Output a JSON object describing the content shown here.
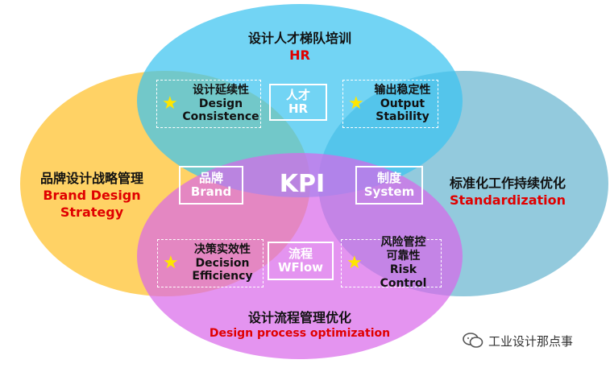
{
  "center": "KPI",
  "circles": {
    "top": {
      "zh": "设计人才梯队培训",
      "en": "HR",
      "color": "#52c9ee"
    },
    "left": {
      "zh": "品牌设计战略管理",
      "en1": "Brand Design",
      "en2": "Strategy",
      "color": "#ffcb45"
    },
    "right": {
      "zh": "标准化工作持续优化",
      "en": "Standardization",
      "color": "#78bfd6"
    },
    "bottom": {
      "zh": "设计流程管理优化",
      "en": "Design process optimization",
      "color": "#d97de8"
    }
  },
  "axis_boxes": {
    "hr": {
      "zh": "人才",
      "en": "HR"
    },
    "brand": {
      "zh": "品牌",
      "en": "Brand"
    },
    "system": {
      "zh": "制度",
      "en": "System"
    },
    "wflow": {
      "zh": "流程",
      "en": "WFlow"
    }
  },
  "quad_boxes": {
    "top_left": {
      "zh": "设计延续性",
      "en1": "Design",
      "en2": "Consistence"
    },
    "top_right": {
      "zh": "输出稳定性",
      "en1": "Output",
      "en2": "Stability"
    },
    "bottom_left": {
      "zh": "决策实效性",
      "en1": "Decision",
      "en2": "Efficiency"
    },
    "bottom_right": {
      "zh": "风险管控",
      "en1": "可靠性",
      "en2": "Risk Control"
    }
  },
  "watermark": "工业设计那点事",
  "colors": {
    "accent_red": "#e00000",
    "star": "#ffe600"
  }
}
